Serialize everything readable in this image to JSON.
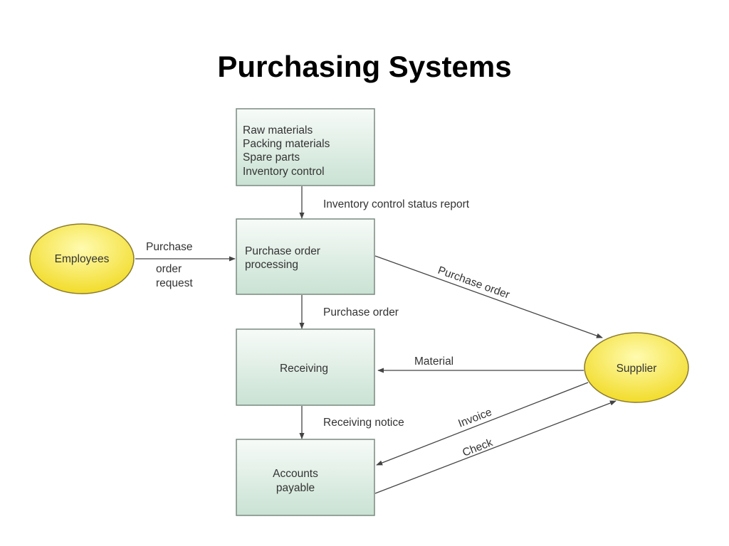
{
  "title": "Purchasing Systems",
  "colors": {
    "box_fill_top": "#f7fbf8",
    "box_fill_bottom": "#c9e2d3",
    "box_stroke": "#7a8a80",
    "ellipse_fill_center": "#fffbb0",
    "ellipse_fill_edge": "#f2dc2a",
    "ellipse_stroke": "#8a7a30",
    "line": "#444444"
  },
  "nodes": {
    "materials": {
      "lines": [
        "Raw materials",
        "Packing materials",
        "Spare parts",
        "Inventory control"
      ]
    },
    "po_processing": {
      "lines": [
        "Purchase order",
        "processing"
      ]
    },
    "receiving": {
      "lines": [
        "Receiving"
      ]
    },
    "accounts_payable": {
      "lines": [
        "Accounts",
        "payable"
      ]
    },
    "employees": {
      "label": "Employees"
    },
    "supplier": {
      "label": "Supplier"
    }
  },
  "flows": {
    "inventory_report": "Inventory control status report",
    "purchase_order_request": [
      "Purchase",
      "order",
      "request"
    ],
    "purchase_order_down": "Purchase order",
    "purchase_order_diagonal": "Purchase order",
    "material": "Material",
    "receiving_notice": "Receiving notice",
    "invoice": "Invoice",
    "check": "Check"
  }
}
